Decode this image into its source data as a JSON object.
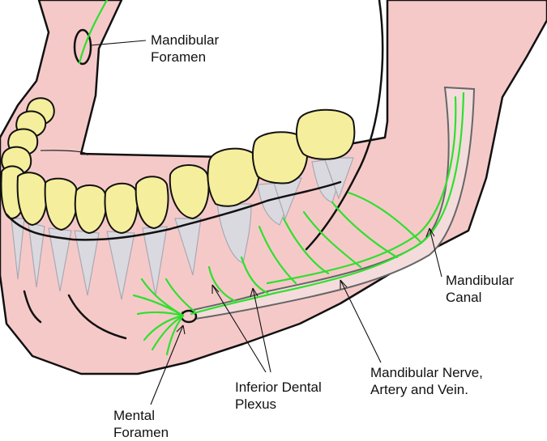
{
  "labels": {
    "mandibular_foramen": "Mandibular\nForamen",
    "mandibular_canal": "Mandibular\nCanal",
    "mandibular_nerve": "Mandibular Nerve,\nArtery and Vein.",
    "inferior_dental_plexus": "Inferior Dental\nPlexus",
    "mental_foramen": "Mental\nForamen"
  },
  "colors": {
    "bone": "#f6c9c9",
    "crown": "#f5ee9c",
    "root": "#d9d9df",
    "nerve": "#2ee02e",
    "outline": "#111111"
  }
}
